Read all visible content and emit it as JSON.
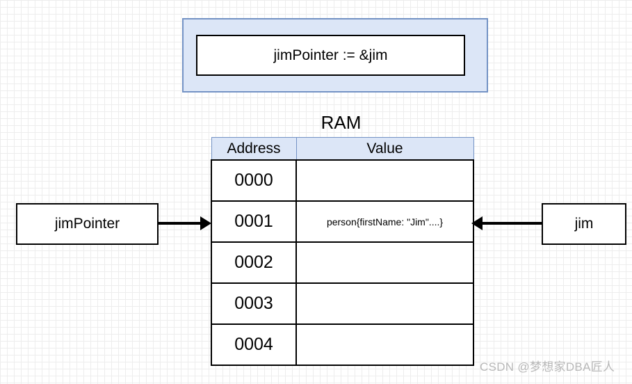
{
  "diagram": {
    "statement": {
      "code": "jimPointer := &jim"
    },
    "ram": {
      "title": "RAM",
      "columns": [
        "Address",
        "Value"
      ],
      "rows": [
        {
          "address": "0000",
          "value": ""
        },
        {
          "address": "0001",
          "value": "person{firstName: \"Jim\"....}"
        },
        {
          "address": "0002",
          "value": ""
        },
        {
          "address": "0003",
          "value": ""
        },
        {
          "address": "0004",
          "value": ""
        }
      ]
    },
    "labels": {
      "left": "jimPointer",
      "right": "jim"
    },
    "arrows": {
      "left": "arrow-right-pointing",
      "right": "arrow-left-pointing"
    },
    "watermark": "CSDN @梦想家DBA匠人",
    "colors": {
      "highlight_fill": "#dce6f7",
      "highlight_border": "#7392c4",
      "stroke": "#000000",
      "grid_minor": "#ededed",
      "grid_major": "#d9d9d9",
      "watermark": "#b8b8b8"
    }
  }
}
